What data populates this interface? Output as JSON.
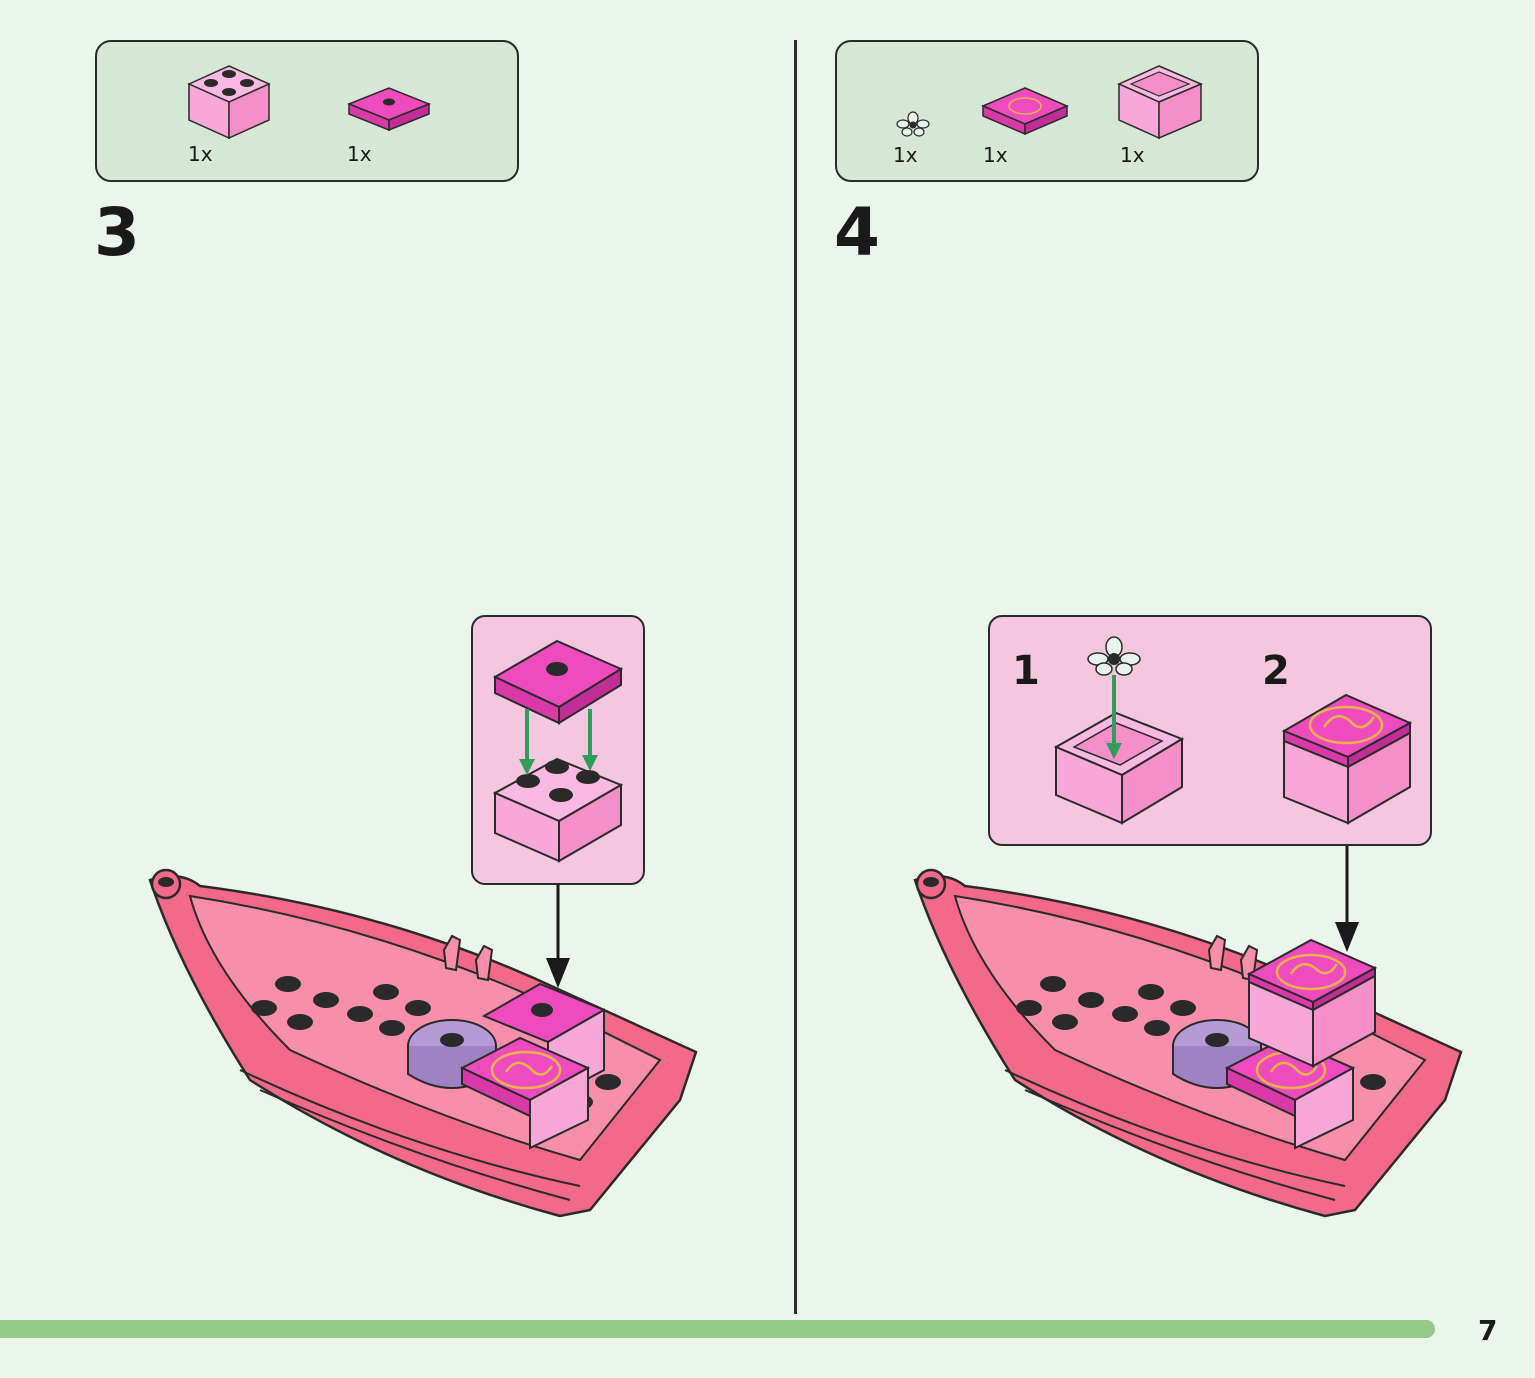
{
  "page": {
    "number": "7"
  },
  "colors": {
    "background": "#eaf5ec",
    "parts_box": "#d6e7d6",
    "callout": "#f4c6df",
    "progress_bar": "#94c98a",
    "boat": "#f2698a",
    "bright_pink": "#e83fb6",
    "light_pink": "#f7a8d8",
    "lavender": "#b59bd6",
    "arrow_green": "#2f9e5a"
  },
  "steps": [
    {
      "number": "3",
      "parts": [
        {
          "icon": "pink-2x2-brick-icon",
          "qty": "1x"
        },
        {
          "icon": "magenta-2x2-plate-icon",
          "qty": "1x"
        }
      ]
    },
    {
      "number": "4",
      "parts": [
        {
          "icon": "flower-icon",
          "qty": "1x"
        },
        {
          "icon": "printed-tile-icon",
          "qty": "1x"
        },
        {
          "icon": "pink-container-icon",
          "qty": "1x"
        }
      ],
      "substeps": [
        "1",
        "2"
      ]
    }
  ]
}
